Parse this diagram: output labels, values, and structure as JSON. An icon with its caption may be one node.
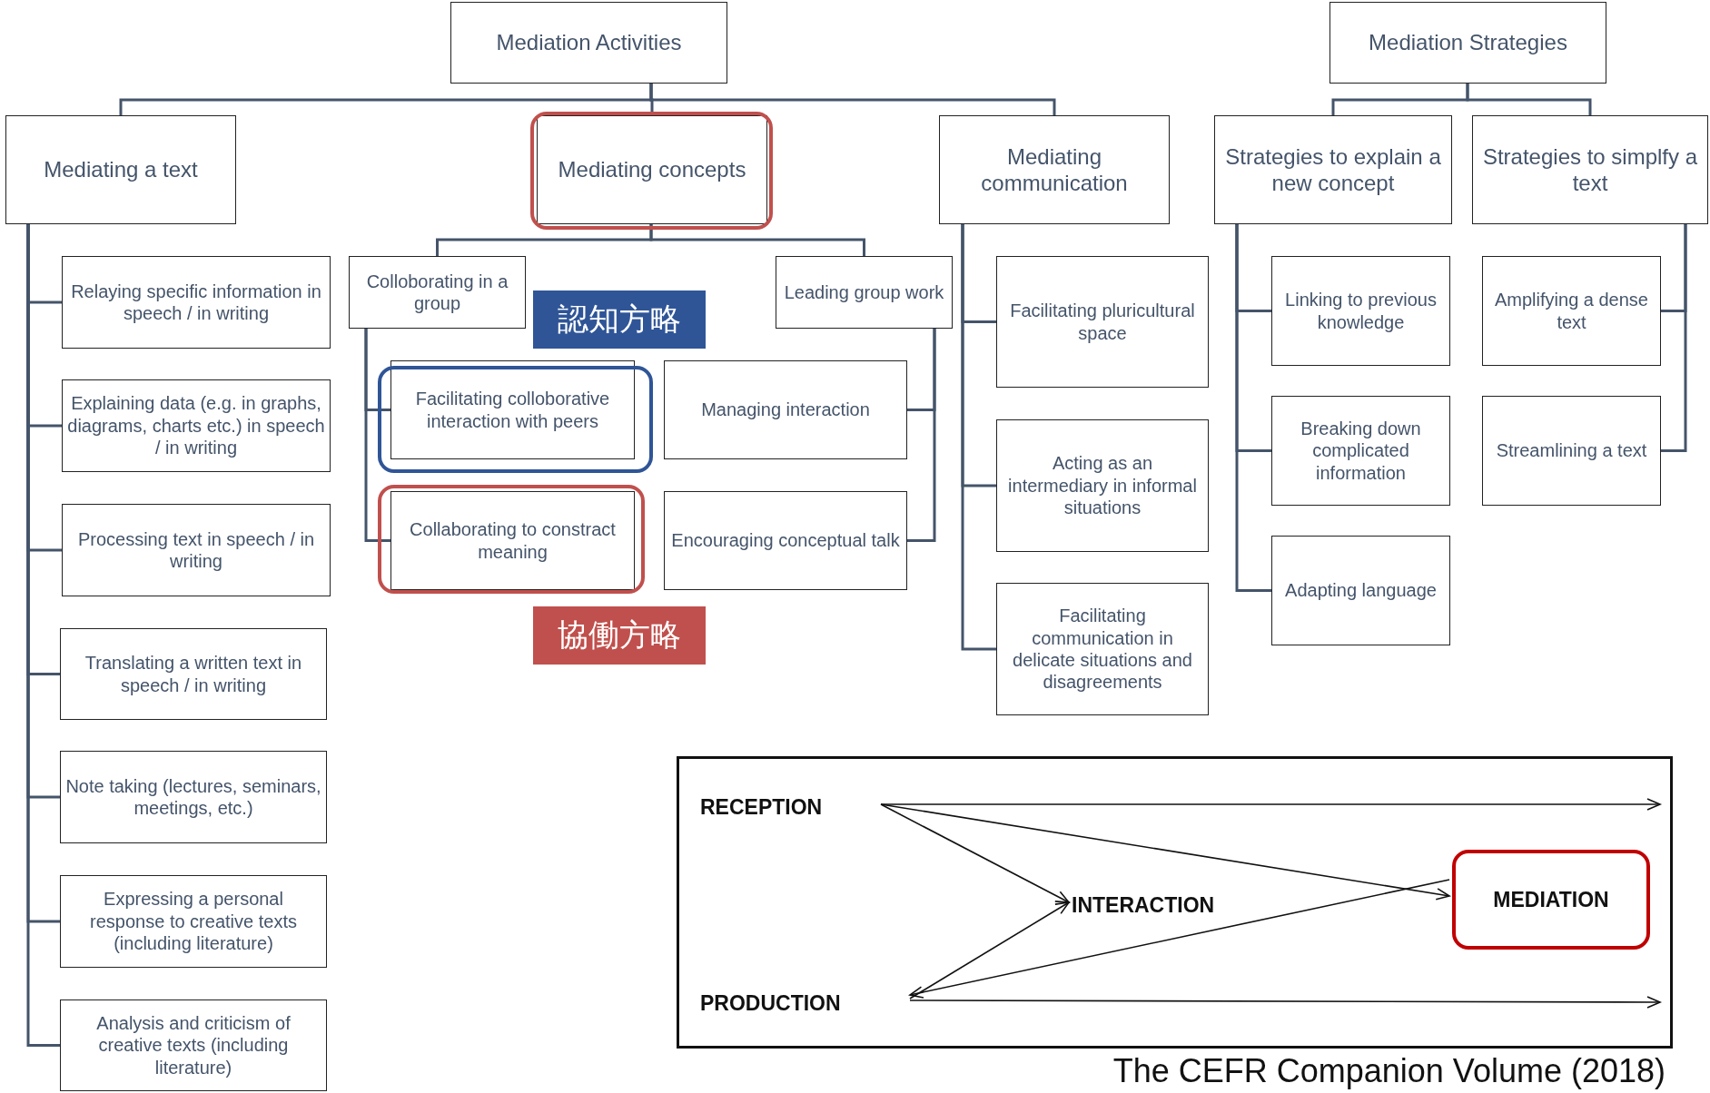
{
  "diagram": {
    "caption": "The CEFR Companion Volume (2018)",
    "nodes": [
      {
        "text": [
          "Mediation Activities"
        ]
      },
      {
        "text": [
          "Mediation Strategies"
        ]
      },
      {
        "text": [
          "Mediating a text"
        ]
      },
      {
        "text": [
          "Mediating concepts"
        ]
      },
      {
        "text": [
          "Mediating communication"
        ]
      },
      {
        "text": [
          "Strategies to explain a new concept"
        ]
      },
      {
        "text": [
          "Strategies to simplfy a text"
        ]
      },
      {
        "text": [
          "Relaying specific information in speech / in writing"
        ]
      },
      {
        "text": [
          "Explaining data (e.g. in graphs, diagrams, charts etc.) in speech / in writing"
        ]
      },
      {
        "text": [
          "Processing text in speech / in writing"
        ]
      },
      {
        "text": [
          "Translating a written text in speech / in writing"
        ]
      },
      {
        "text": [
          "Note taking (lectures, seminars, meetings, etc.)"
        ]
      },
      {
        "text": [
          "Expressing a personal response to creative texts (including literature)"
        ]
      },
      {
        "text": [
          "Analysis and criticism of creative texts (including literature)"
        ]
      },
      {
        "text": [
          "Colloborating in a group"
        ]
      },
      {
        "text": [
          "Leading group work"
        ]
      },
      {
        "text": [
          "Facilitating colloborative interaction with peers"
        ]
      },
      {
        "text": [
          "Managing interaction"
        ]
      },
      {
        "text": [
          "Collaborating to constract meaning"
        ]
      },
      {
        "text": [
          "Encouraging conceptual talk"
        ]
      },
      {
        "text": [
          "Facilitating pluricultural space"
        ]
      },
      {
        "text": [
          "Acting as an intermediary in informal situations"
        ]
      },
      {
        "text": [
          "Facilitating communication in delicate situations and disagreements"
        ]
      },
      {
        "text": [
          "Linking to previous knowledge"
        ]
      },
      {
        "text": [
          "Breaking down complicated information"
        ]
      },
      {
        "text": [
          "Adapting language"
        ]
      },
      {
        "text": [
          "Amplifying a dense text"
        ]
      },
      {
        "text": [
          "Streamlining a text"
        ]
      },
      {
        "text": [
          "認知方略"
        ]
      },
      {
        "text": [
          "協働方略"
        ]
      },
      {
        "text": [],
        "shape": "box"
      },
      {
        "text": [
          "RECEPTION"
        ],
        "in": 30
      },
      {
        "text": [
          "PRODUCTION"
        ],
        "in": 30
      },
      {
        "text": [
          "INTERACTION"
        ],
        "in": 30
      },
      {
        "text": [
          "MEDIATION"
        ],
        "in": 30
      }
    ],
    "edges": [
      {
        "from": 0,
        "to": 2,
        "arrow": "none"
      },
      {
        "from": 0,
        "to": 3,
        "arrow": "none"
      },
      {
        "from": 0,
        "to": 4,
        "arrow": "none"
      },
      {
        "from": 1,
        "to": 5,
        "arrow": "none"
      },
      {
        "from": 1,
        "to": 6,
        "arrow": "none"
      },
      {
        "from": 2,
        "to": 7,
        "arrow": "none"
      },
      {
        "from": 2,
        "to": 8,
        "arrow": "none"
      },
      {
        "from": 2,
        "to": 9,
        "arrow": "none"
      },
      {
        "from": 2,
        "to": 10,
        "arrow": "none"
      },
      {
        "from": 2,
        "to": 11,
        "arrow": "none"
      },
      {
        "from": 2,
        "to": 12,
        "arrow": "none"
      },
      {
        "from": 2,
        "to": 13,
        "arrow": "none"
      },
      {
        "from": 3,
        "to": 14,
        "arrow": "none"
      },
      {
        "from": 3,
        "to": 15,
        "arrow": "none"
      },
      {
        "from": 14,
        "to": 16,
        "arrow": "none"
      },
      {
        "from": 14,
        "to": 18,
        "arrow": "none"
      },
      {
        "from": 15,
        "to": 17,
        "arrow": "none"
      },
      {
        "from": 15,
        "to": 19,
        "arrow": "none"
      },
      {
        "from": 4,
        "to": 20,
        "arrow": "none"
      },
      {
        "from": 4,
        "to": 21,
        "arrow": "none"
      },
      {
        "from": 4,
        "to": 22,
        "arrow": "none"
      },
      {
        "from": 5,
        "to": 23,
        "arrow": "none"
      },
      {
        "from": 5,
        "to": 24,
        "arrow": "none"
      },
      {
        "from": 5,
        "to": 25,
        "arrow": "none"
      },
      {
        "from": 6,
        "to": 26,
        "arrow": "none"
      },
      {
        "from": 6,
        "to": 27,
        "arrow": "none"
      },
      {
        "from": 31,
        "to": null,
        "arrow": "to",
        "color": "#111111"
      },
      {
        "from": 31,
        "to": 33,
        "arrow": "to",
        "color": "#111111"
      },
      {
        "from": 31,
        "to": 34,
        "arrow": "to",
        "color": "#111111"
      },
      {
        "from": 32,
        "to": 33,
        "arrow": "to",
        "color": "#111111"
      },
      {
        "from": 34,
        "to": 32,
        "arrow": "to",
        "color": "#111111"
      },
      {
        "from": 32,
        "to": null,
        "arrow": "to",
        "color": "#111111"
      }
    ]
  }
}
